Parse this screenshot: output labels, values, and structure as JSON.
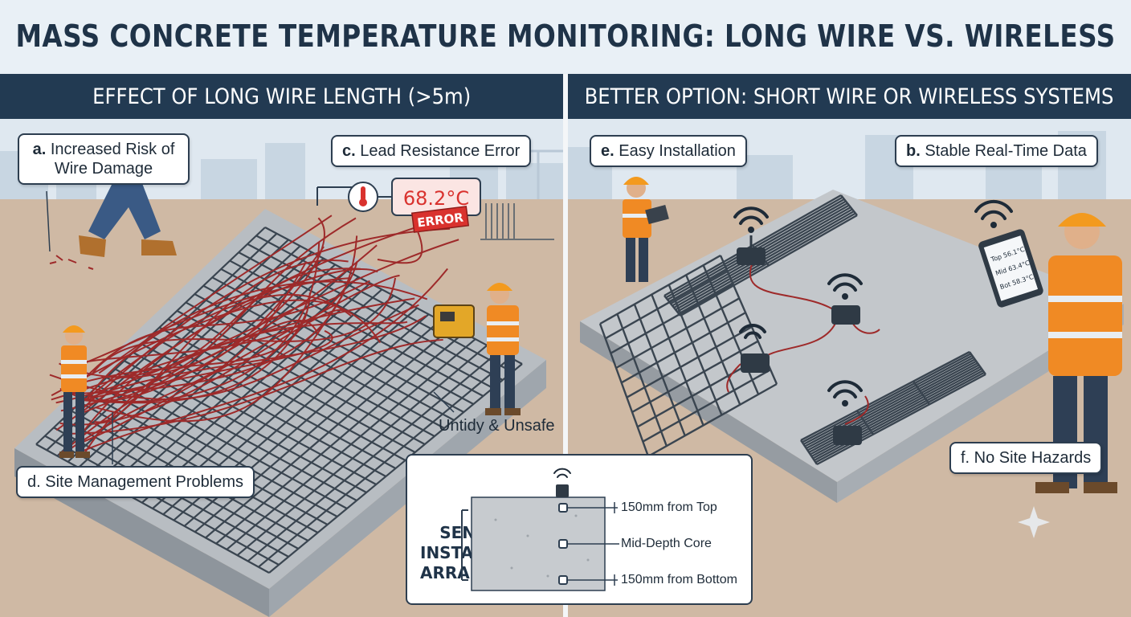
{
  "title": "MASS CONCRETE TEMPERATURE MONITORING: LONG WIRE VS. WIRELESS",
  "left_panel": {
    "header": "EFFECT OF LONG WIRE LENGTH (>5m)",
    "callouts": {
      "a_letter": "a.",
      "a_text_1": "Increased Risk of",
      "a_text_2": "Wire Damage",
      "c_letter": "c.",
      "c_text": "Lead Resistance Error",
      "d_text": "d. Site Management Problems"
    },
    "readout": {
      "value": "68.2°C",
      "badge": "ERROR"
    },
    "untidy_label": "Untidy & Unsafe"
  },
  "right_panel": {
    "header": "BETTER OPTION: SHORT WIRE OR WIRELESS SYSTEMS",
    "callouts": {
      "e_letter": "e.",
      "e_text": "Easy Installation",
      "b_letter": "b.",
      "b_text": "Stable Real-Time Data",
      "f_text": "f. No Site Hazards"
    },
    "tablet_lines": [
      "Top 56.1°C",
      "Mid 63.4°C",
      "Bot 58.3°C"
    ]
  },
  "sensor_inset": {
    "title_1": "SENSOR",
    "title_2": "INSTALLATION",
    "title_3": "ARRANGEMENT",
    "labels": [
      "150mm from Top",
      "Mid-Depth Core",
      "150mm from Bottom"
    ]
  },
  "colors": {
    "navy_header": "#223a52",
    "title_text": "#1f3348",
    "wire_red": "#9e2a2a",
    "error_red": "#d9322e",
    "safety_orange": "#f08a24",
    "hardhat": "#f39a1e",
    "concrete": "#b5babe",
    "ground": "#cfb9a4"
  },
  "icons": [
    "wifi-icon",
    "thermometer-icon",
    "sparkle-icon"
  ]
}
